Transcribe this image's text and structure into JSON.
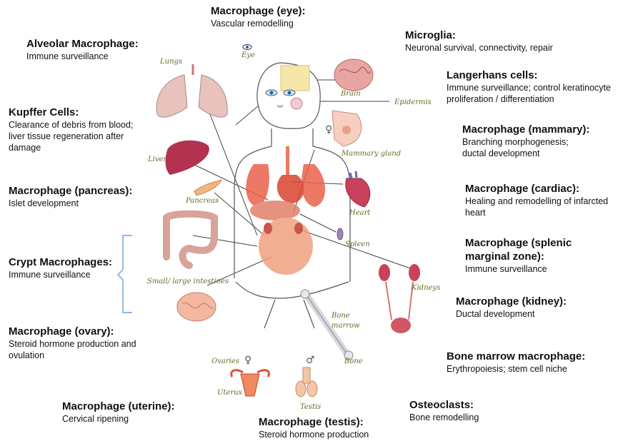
{
  "labels": {
    "eye": {
      "title": "Macrophage (eye):",
      "desc": "Vascular remodelling"
    },
    "alveolar": {
      "title": "Alveolar Macrophage:",
      "desc": "Immune  surveillance"
    },
    "microglia": {
      "title": "Microglia:",
      "desc": "Neuronal survival, connectivity, repair"
    },
    "langerhans": {
      "title": "Langerhans cells:",
      "desc": "Immune  surveillance; control keratinocyte proliferation / differentiation"
    },
    "kupffer": {
      "title": "Kupffer Cells:",
      "desc": "Clearance of debris from blood; liver tissue regeneration after damage"
    },
    "mammary": {
      "title": "Macrophage (mammary):",
      "desc": "Branching morphogenesis; ductal development"
    },
    "pancreas": {
      "title": "Macrophage (pancreas):",
      "desc": "Islet development"
    },
    "cardiac": {
      "title": "Macrophage (cardiac):",
      "desc": "Healing and remodelling of infarcted heart"
    },
    "crypt": {
      "title": "Crypt Macrophages:",
      "desc": "Immune  surveillance"
    },
    "splenic": {
      "title": "Macrophage (splenic  marginal zone):",
      "desc": "Immune  surveillance"
    },
    "kidney": {
      "title": "Macrophage (kidney):",
      "desc": "Ductal development"
    },
    "ovary": {
      "title": "Macrophage (ovary):",
      "desc": "Steroid hormone  production and ovulation"
    },
    "bone_marrow": {
      "title": "Bone marrow macrophage:",
      "desc": "Erythropoiesis; stem cell niche"
    },
    "uterine": {
      "title": "Macrophage (uterine):",
      "desc": "Cervical ripening"
    },
    "testis": {
      "title": "Macrophage (testis):",
      "desc": "Steroid hormone  production"
    },
    "osteoclasts": {
      "title": "Osteoclasts:",
      "desc": "Bone remodelling"
    }
  },
  "organs": {
    "lungs": "Lungs",
    "eye": "Eye",
    "brain": "Brain",
    "epidermis": "Epidermis",
    "mammary": "Mammary gland",
    "liver": "Liver",
    "pancreas": "Pancreas",
    "heart": "Heart",
    "spleen": "Spleen",
    "intestines": "Small/ large intestines",
    "kidneys": "Kidneys",
    "bone_marrow": "Bone marrow",
    "bone": "Bone",
    "ovaries": "Ovaries",
    "uterus": "Uterus",
    "testis": "Testis"
  },
  "symbols": {
    "female": "♀",
    "male": "♂"
  },
  "colors": {
    "organ_label": "#6a6a2a",
    "bracket": "#6a9fd8",
    "organ_red": "#e0533c",
    "body_outline": "#555555"
  }
}
